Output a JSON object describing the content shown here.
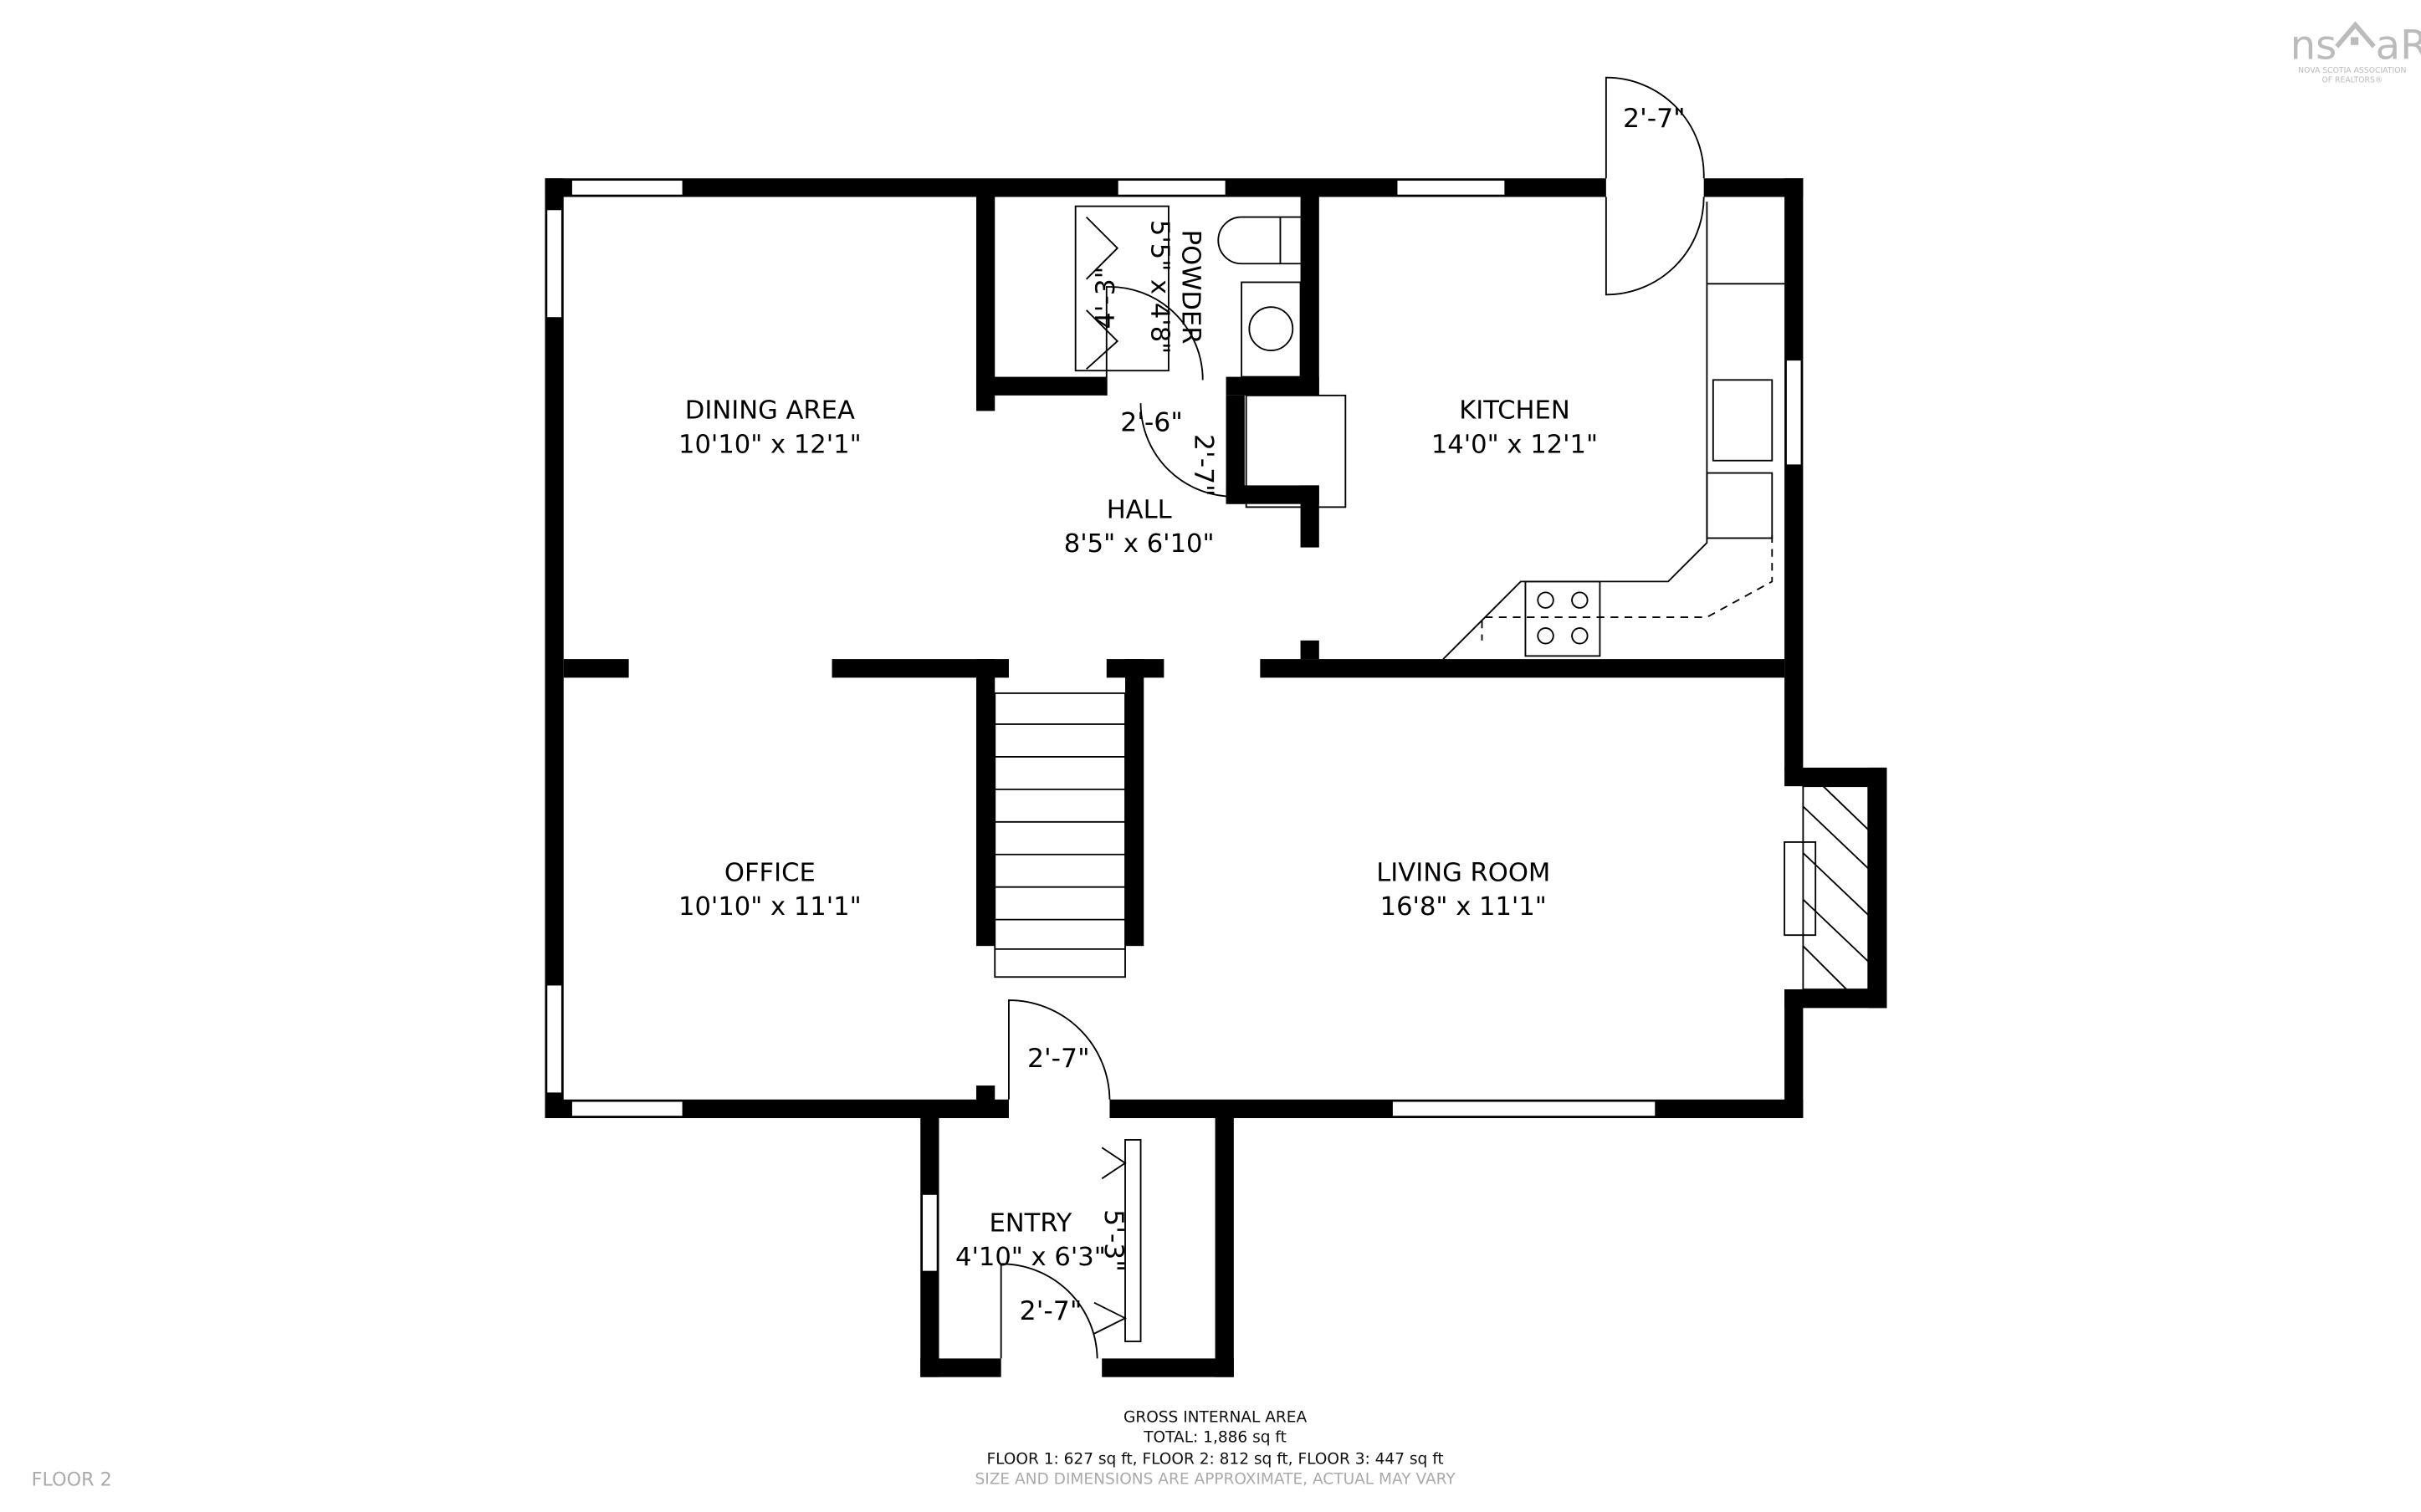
{
  "logo": {
    "text": "ns⌂aR",
    "subtitle": "NOVA SCOTIA ASSOCIATION OF REALTORS"
  },
  "floor_label": "FLOOR 2",
  "rooms": [
    {
      "name": "DINING AREA",
      "dims": "10'10\" x 12'1\""
    },
    {
      "name": "KITCHEN",
      "dims": "14'0\" x 12'1\""
    },
    {
      "name": "HALL",
      "dims": "8'5\" x 6'10\""
    },
    {
      "name": "POWDER",
      "dims": "5'5\" x 4'8\""
    },
    {
      "name": "OFFICE",
      "dims": "10'10\" x 11'1\""
    },
    {
      "name": "LIVING ROOM",
      "dims": "16'8\" x 11'1\""
    },
    {
      "name": "ENTRY",
      "dims": "4'10\" x 6'3\""
    }
  ],
  "door_dims": {
    "kitchen_door": "2'-7\"",
    "hall_closet": "2'-6\"",
    "hall_door": "2'-7\"",
    "closet_width": "4'-3\"",
    "living_door": "2'-7\"",
    "entry_door": "2'-7\"",
    "entry_closet": "5'-3\""
  },
  "area": {
    "title": "GROSS INTERNAL AREA",
    "total": "TOTAL: 1,886 sq ft",
    "floors": "FLOOR 1: 627 sq ft, FLOOR 2: 812 sq ft, FLOOR 3: 447 sq ft",
    "disclaimer": "SIZE AND DIMENSIONS ARE APPROXIMATE, ACTUAL MAY VARY"
  }
}
